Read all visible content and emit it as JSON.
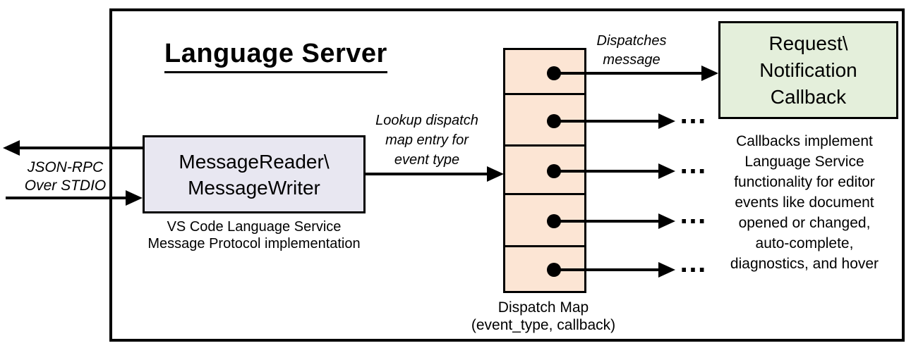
{
  "diagram_title": "Language Server",
  "io": {
    "label": "JSON-RPC\nOver STDIO"
  },
  "reader": {
    "label": "MessageReader\\\nMessageWriter",
    "caption": "VS Code Language Service\nMessage Protocol implementation"
  },
  "lookup": {
    "label": "Lookup dispatch\nmap entry for\nevent type"
  },
  "dispatch_map": {
    "cell_count": 5,
    "caption": "Dispatch Map\n(event_type, callback)",
    "dispatch_label": "Dispatches\nmessage",
    "ellipsis": "…"
  },
  "callback": {
    "label": "Request\\\nNotification\nCallback",
    "note": "Callbacks implement\nLanguage Service\nfunctionality for editor\nevents like document\nopened or changed,\nauto-complete,\ndiagnostics, and hover"
  },
  "colors": {
    "reader_fill": "#e8e7f1",
    "map_fill": "#fce5d4",
    "callback_fill": "#e4efdb",
    "line": "#000000",
    "bg": "#ffffff"
  }
}
